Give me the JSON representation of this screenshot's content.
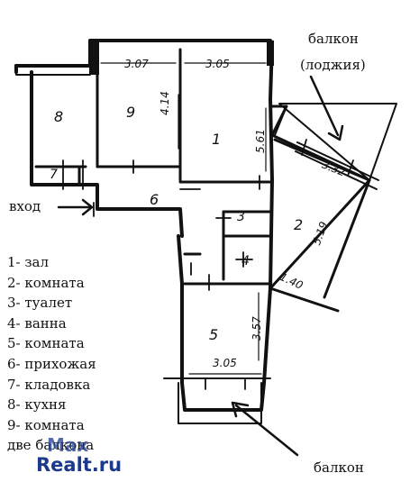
{
  "labels": {
    "balcony_top": "балкон",
    "balcony_top_sub": "(лоджия)",
    "entrance": "вход",
    "balcony_bottom": "балкон"
  },
  "rooms": [
    "1",
    "2",
    "3",
    "4",
    "5",
    "6",
    "7",
    "8",
    "9"
  ],
  "dimensions": {
    "r9_width": "3.07",
    "r9_length": "4.14",
    "r1_width": "3.05",
    "r1_length": "5.61",
    "r2_width": "3.32",
    "r2_length": "5.19",
    "r2_step": "1.40",
    "r5_length": "3.57",
    "r5_width": "3.05"
  },
  "legend": [
    "1- зал",
    "2- комната",
    "3- туалет",
    "4- ванна",
    "5- комната",
    "6- прихожая",
    "7- кладовка",
    "8- кухня",
    "9- комната",
    "две балкона"
  ],
  "watermark": {
    "line1": "Max",
    "line2": "Realt.ru"
  }
}
